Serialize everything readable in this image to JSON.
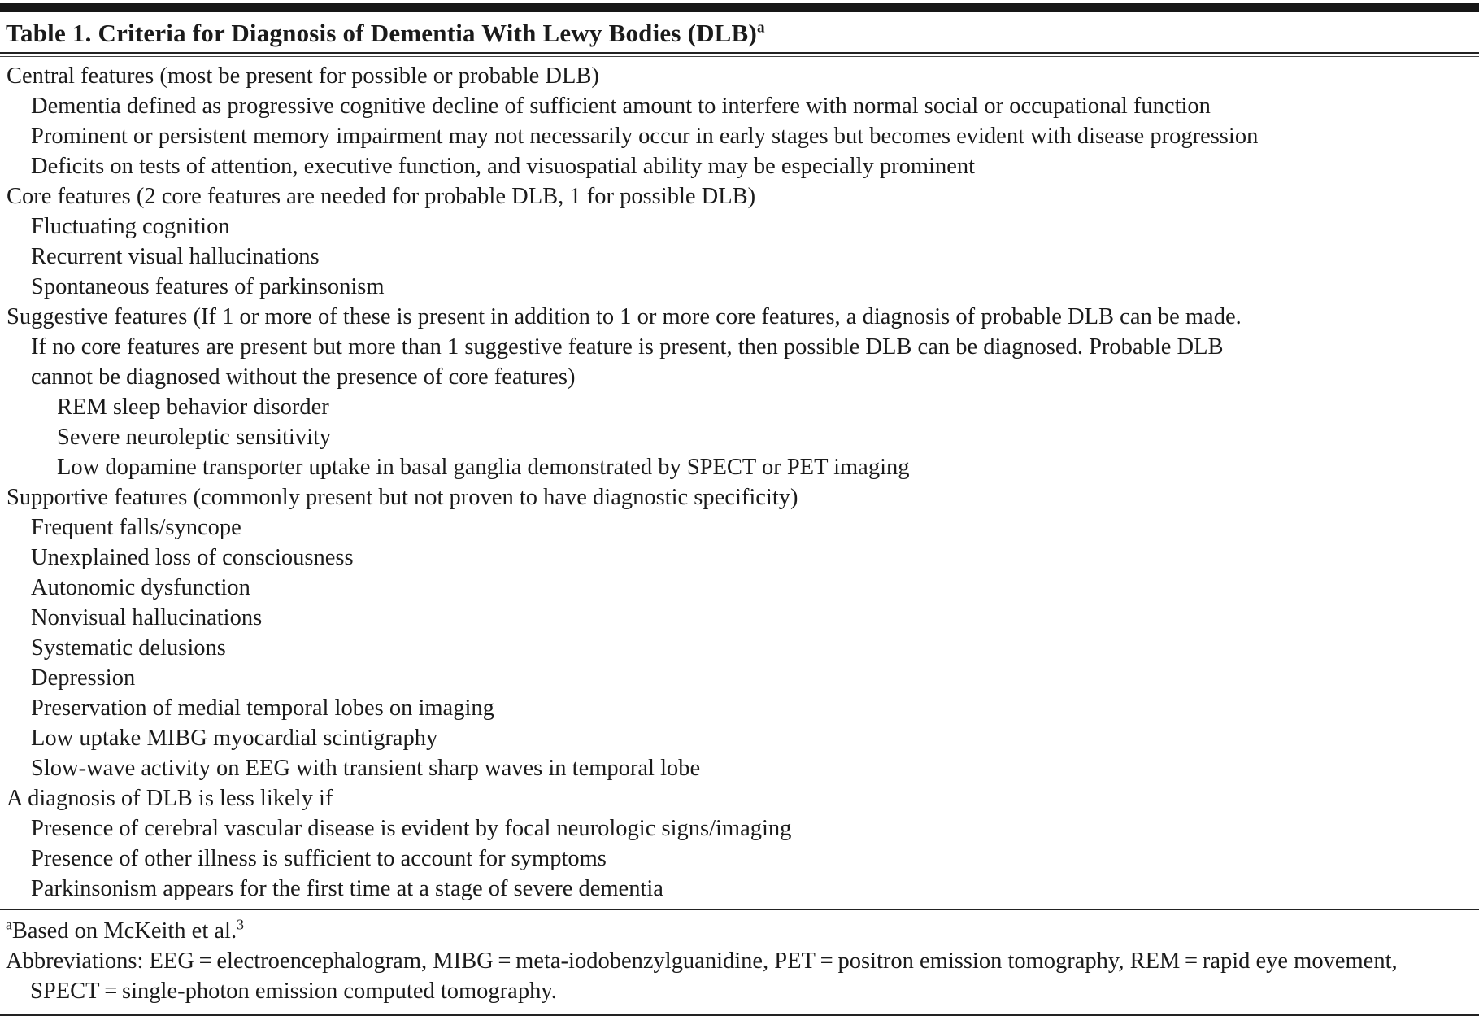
{
  "table": {
    "title": "Table 1. Criteria for Diagnosis of Dementia With Lewy Bodies (DLB)",
    "title_superscript": "a",
    "rows": [
      {
        "indent": 0,
        "text": "Central features (most be present for possible or probable DLB)"
      },
      {
        "indent": 1,
        "text": "Dementia defined as progressive cognitive decline of sufficient amount to interfere with normal social or occupational function"
      },
      {
        "indent": 1,
        "text": "Prominent or persistent memory impairment may not necessarily occur in early stages but becomes evident with disease progression"
      },
      {
        "indent": 1,
        "text": "Deficits on tests of attention, executive function, and visuospatial ability may be especially prominent"
      },
      {
        "indent": 0,
        "text": "Core features (2 core features are needed for probable DLB, 1 for possible DLB)"
      },
      {
        "indent": 1,
        "text": "Fluctuating cognition"
      },
      {
        "indent": 1,
        "text": "Recurrent visual hallucinations"
      },
      {
        "indent": 1,
        "text": "Spontaneous features of parkinsonism"
      },
      {
        "indent": 0,
        "text": "Suggestive features (If 1 or more of these is present in addition to 1 or more core features, a diagnosis of probable DLB can be made."
      },
      {
        "indent": 1,
        "text": "If no core features are present but more than 1 suggestive feature is present, then possible DLB can be diagnosed. Probable DLB"
      },
      {
        "indent": 1,
        "text": "cannot be diagnosed without the presence of core features)"
      },
      {
        "indent": 2,
        "text": "REM sleep behavior disorder"
      },
      {
        "indent": 2,
        "text": "Severe neuroleptic sensitivity"
      },
      {
        "indent": 2,
        "text": "Low dopamine transporter uptake in basal ganglia demonstrated by SPECT or PET imaging"
      },
      {
        "indent": 0,
        "text": "Supportive features (commonly present but not proven to have diagnostic specificity)"
      },
      {
        "indent": 1,
        "text": "Frequent falls/syncope"
      },
      {
        "indent": 1,
        "text": "Unexplained loss of consciousness"
      },
      {
        "indent": 1,
        "text": "Autonomic dysfunction"
      },
      {
        "indent": 1,
        "text": "Nonvisual hallucinations"
      },
      {
        "indent": 1,
        "text": "Systematic delusions"
      },
      {
        "indent": 1,
        "text": "Depression"
      },
      {
        "indent": 1,
        "text": "Preservation of medial temporal lobes on imaging"
      },
      {
        "indent": 1,
        "text": "Low uptake MIBG myocardial scintigraphy"
      },
      {
        "indent": 1,
        "text": "Slow-wave activity on EEG with transient sharp waves in temporal lobe"
      },
      {
        "indent": 0,
        "text": "A diagnosis of DLB is less likely if"
      },
      {
        "indent": 1,
        "text": "Presence of cerebral vascular disease is evident by focal neurologic signs/imaging"
      },
      {
        "indent": 1,
        "text": "Presence of other illness is sufficient to account for symptoms"
      },
      {
        "indent": 1,
        "text": "Parkinsonism appears for the first time at a stage of severe dementia"
      }
    ],
    "footnotes": {
      "note_a_superscript": "a",
      "note_a_text": "Based on McKeith et al.",
      "note_a_ref_superscript": "3",
      "abbreviations": "Abbreviations: EEG = electroencephalogram, MIBG = meta-iodobenzylguanidine, PET = positron emission tomography, REM = rapid eye movement, SPECT = single-photon emission computed tomography."
    },
    "colors": {
      "text": "#1b1b1b",
      "rule": "#222222",
      "background": "#ffffff"
    }
  }
}
